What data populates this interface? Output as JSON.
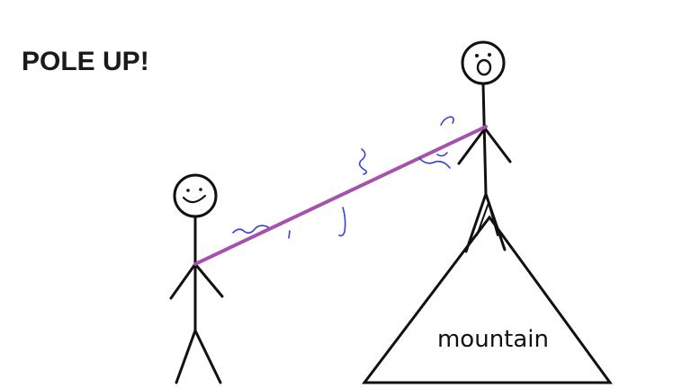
{
  "game": {
    "title": "POLE UP!",
    "mountain_label": "mountain"
  },
  "characters": [
    {
      "name": "climber-bottom",
      "expression": "smiling"
    },
    {
      "name": "climber-top",
      "expression": "shouting"
    }
  ],
  "colors": {
    "background": "#ffffff",
    "ink": "#111111",
    "pole": "#a552ad",
    "motion_marks": "#3b3fd6",
    "title": "#1a1a1a"
  }
}
